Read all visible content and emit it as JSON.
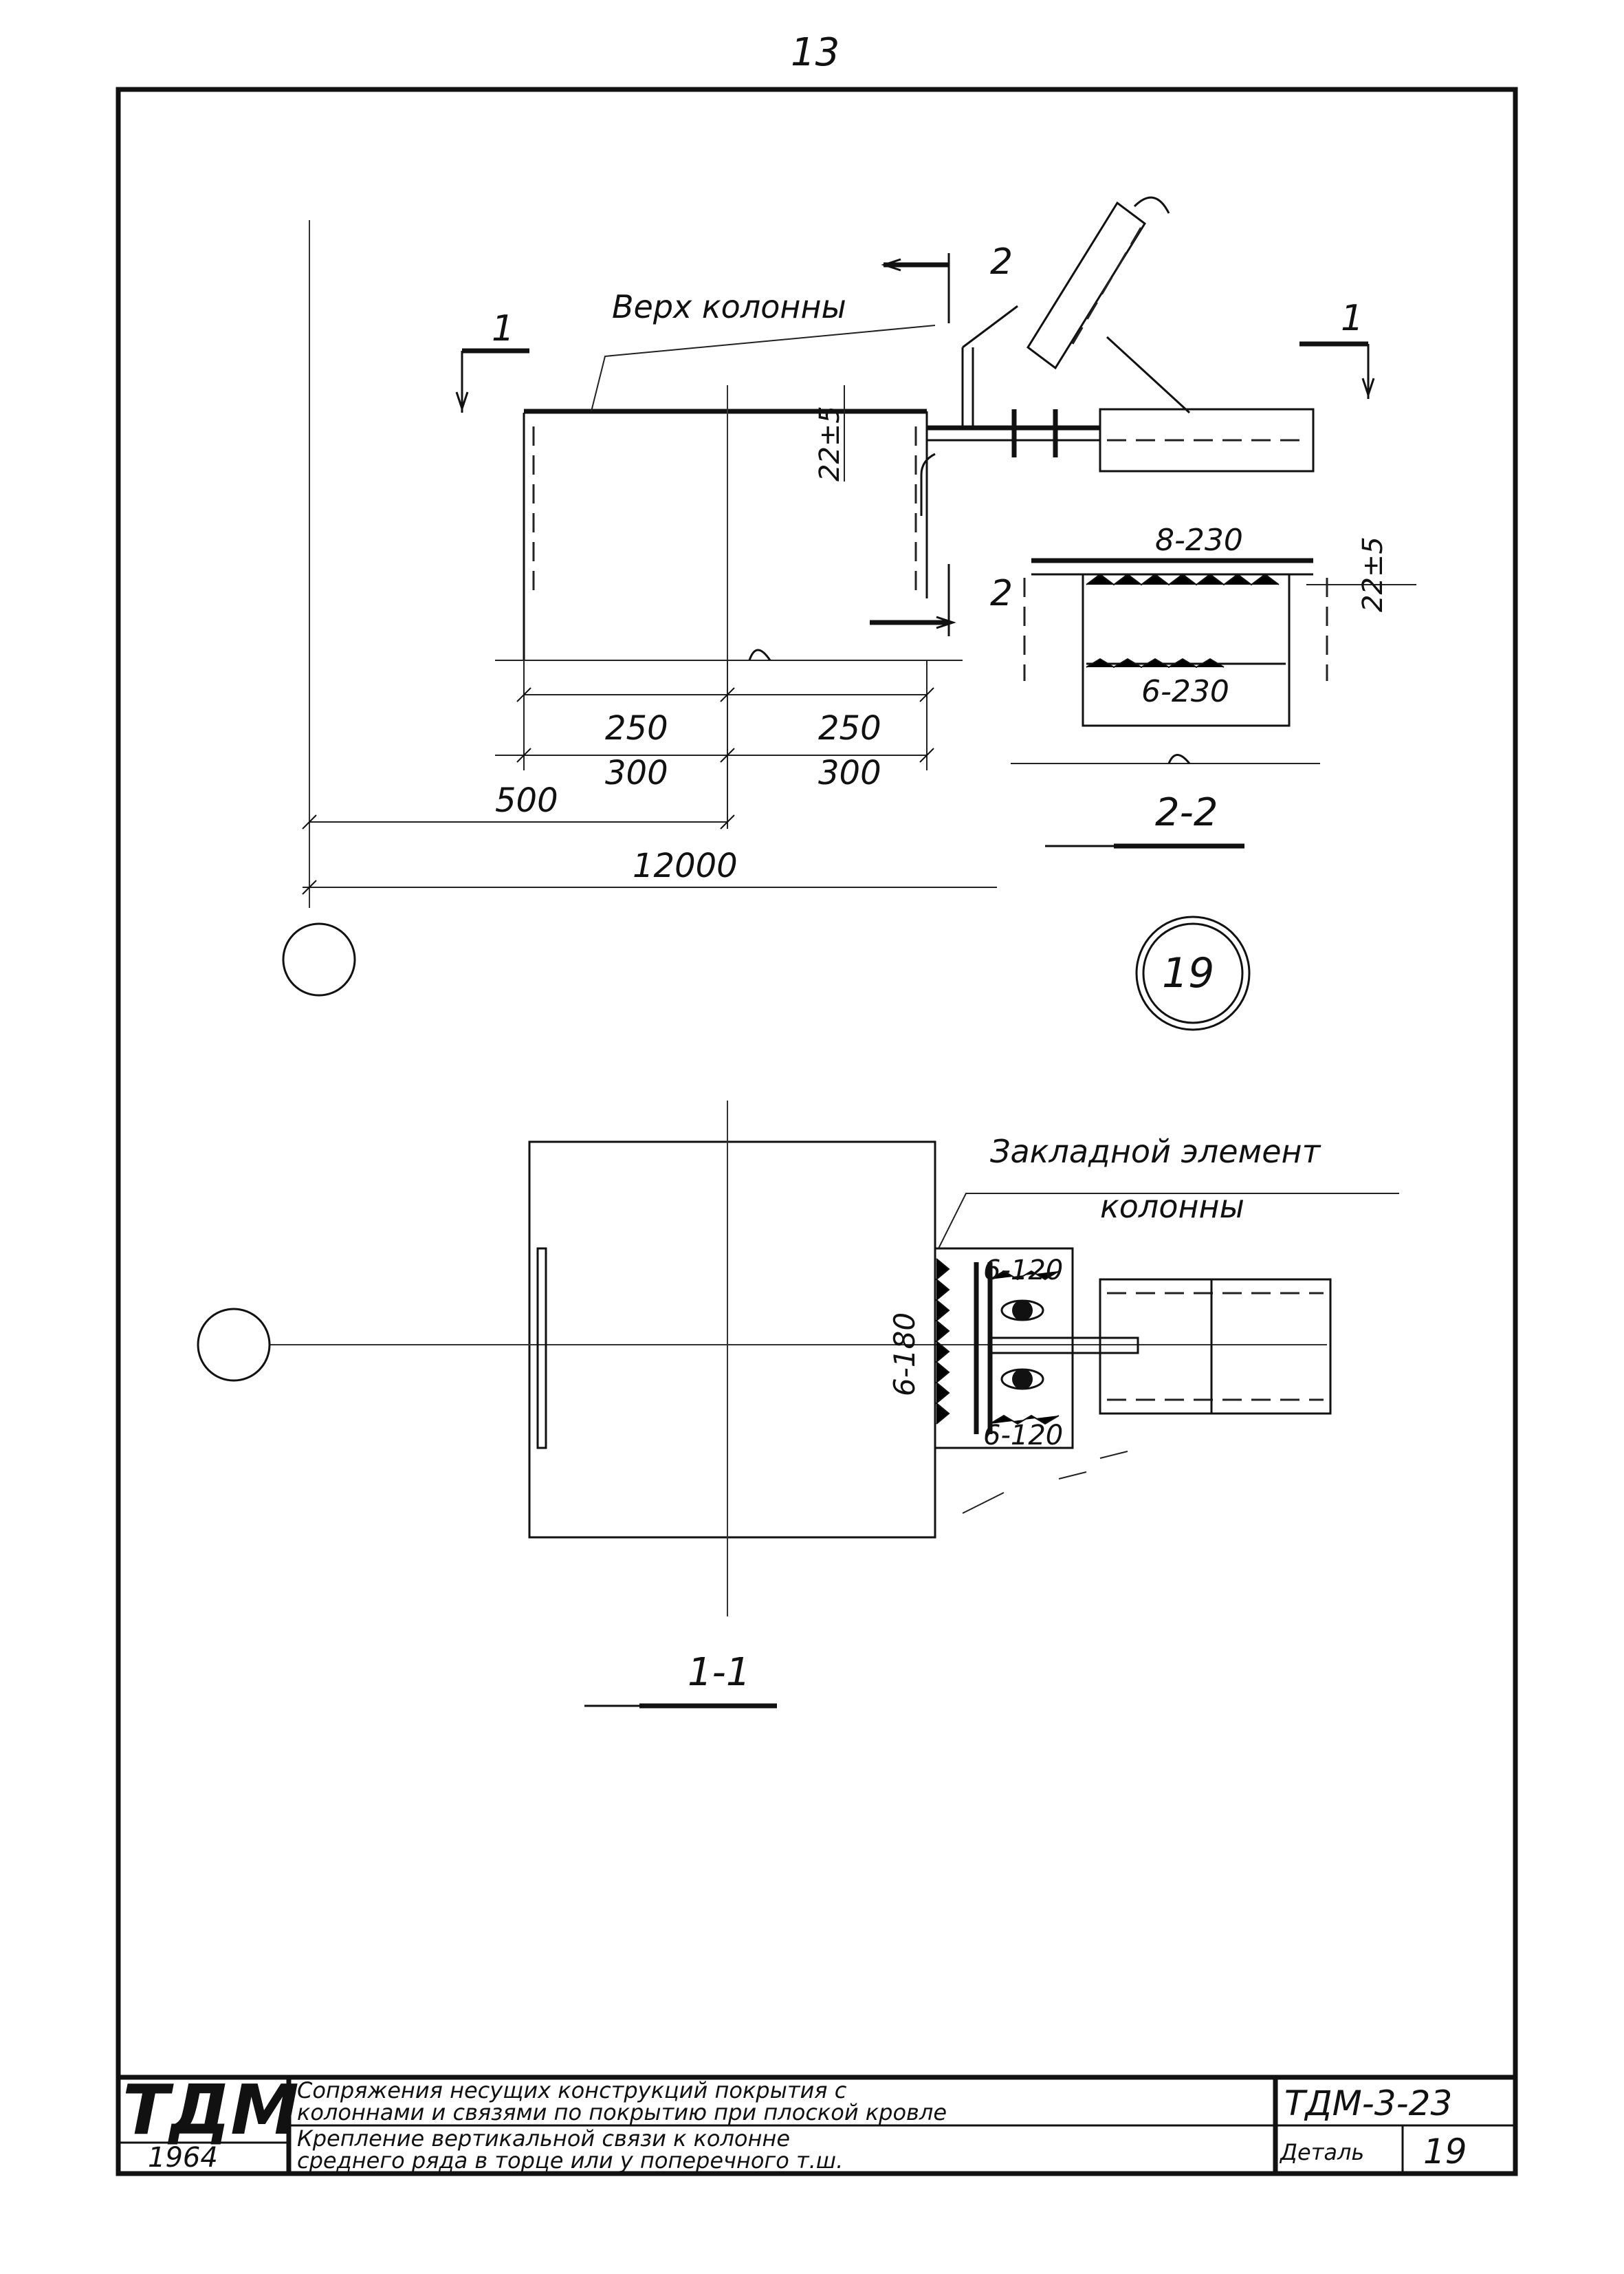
{
  "page_number": "13",
  "detail": {
    "circle_number": "19",
    "upper_view": {
      "label_top_of_column": "Верх колонны",
      "section_mark_1": "1",
      "section_mark_2": "2",
      "dim_tolerance": "22±5",
      "dim_250_a": "250",
      "dim_250_b": "250",
      "dim_300_a": "300",
      "dim_300_b": "300",
      "dim_500": "500",
      "dim_12000": "12000"
    },
    "section_2_2": {
      "label_8_230": "8-230",
      "label_6_230": "6-230",
      "dim_tolerance": "22±5",
      "title": "2-2"
    },
    "section_1_1": {
      "embedded_element_label_line1": "Закладной элемент",
      "embedded_element_label_line2": "колонны",
      "label_6_120_top": "6-120",
      "label_6_120_bottom": "6-120",
      "label_6_180": "6-180",
      "title": "1-1"
    }
  },
  "title_block": {
    "logo": "ТДМ",
    "year": "1964",
    "description_line1": "Сопряжения несущих конструкций покрытия с",
    "description_line2": "колоннами и связями по покрытию при плоской кровле",
    "sheet_code": "ТДМ-3-23",
    "subtitle_line1": "Крепление вертикальной связи к колонне",
    "subtitle_line2": "среднего ряда в торце или у поперечного т.ш.",
    "detail_label": "Деталь",
    "detail_number": "19"
  }
}
